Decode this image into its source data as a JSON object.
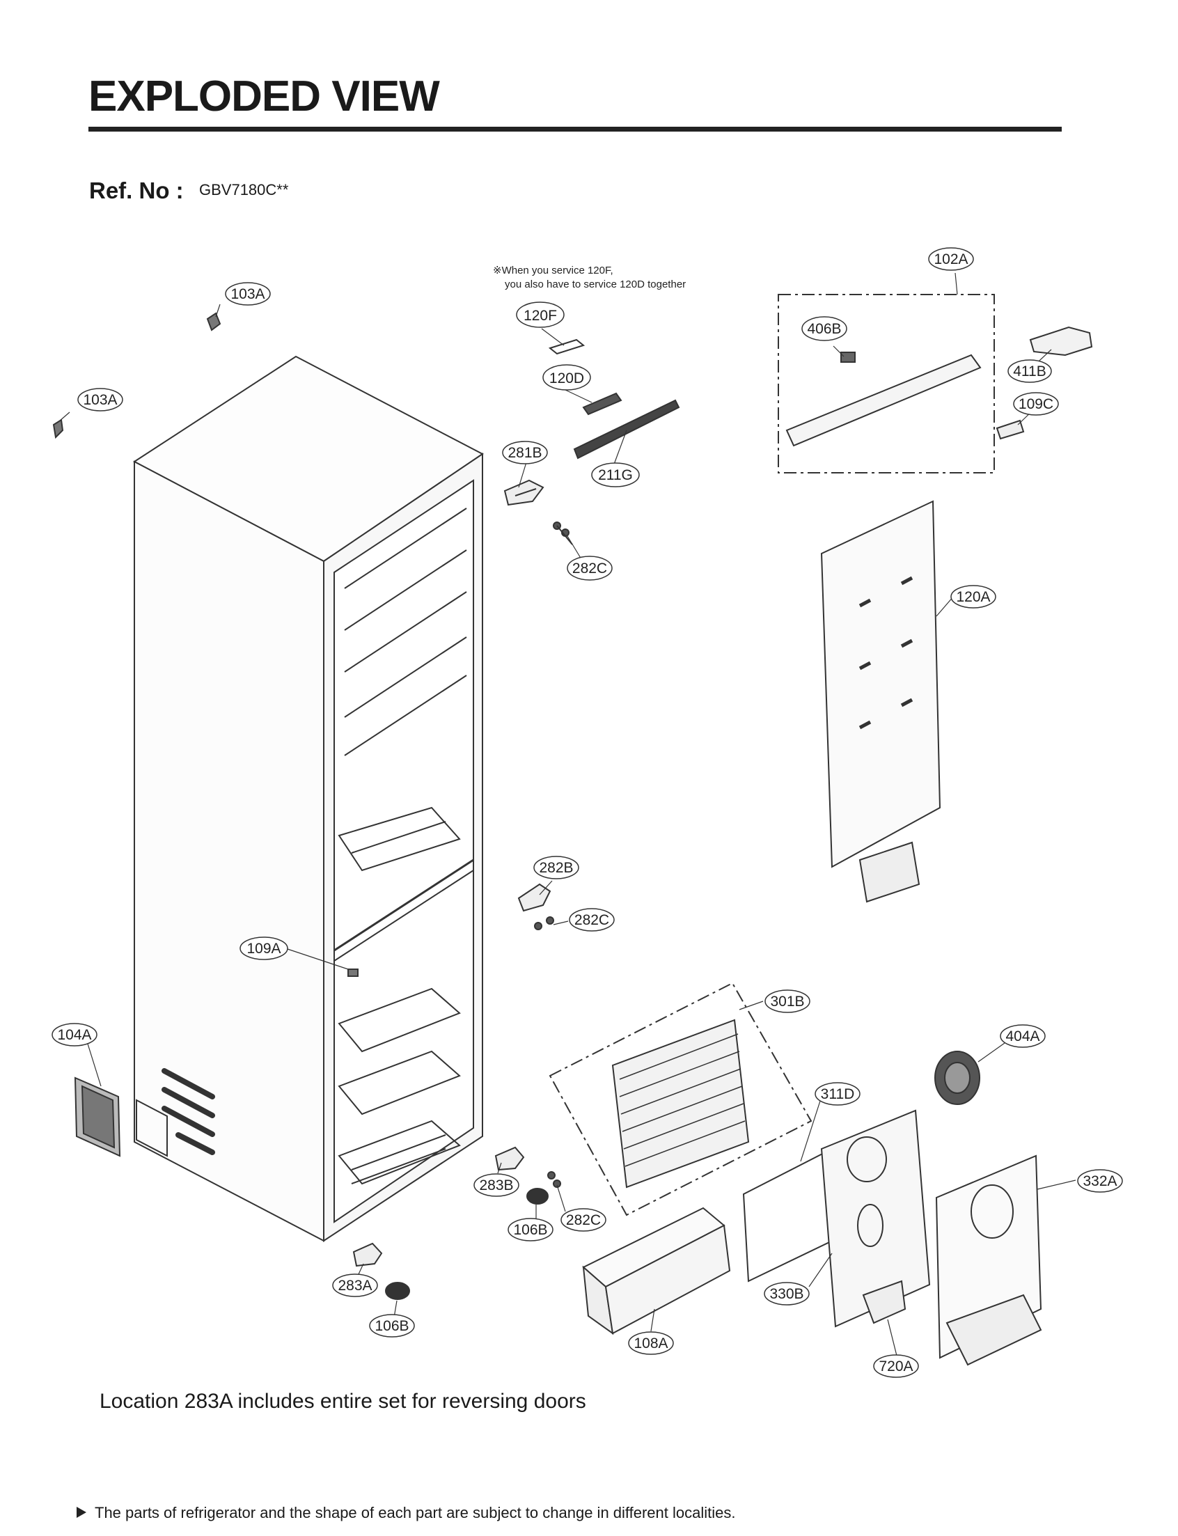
{
  "header": {
    "title": "EXPLODED VIEW",
    "ref_label": "Ref. No :",
    "ref_value": "GBV7180C**"
  },
  "note": {
    "line1": "※When you service 120F,",
    "line2": "you also have to service 120D together"
  },
  "callouts": {
    "c103a_top": "103A",
    "c103a_left": "103A",
    "c120f": "120F",
    "c120d": "120D",
    "c211g": "211G",
    "c281b": "281B",
    "c282c_top": "282C",
    "c102a": "102A",
    "c406b": "406B",
    "c411b": "411B",
    "c109c": "109C",
    "c120a": "120A",
    "c282b": "282B",
    "c282c_mid": "282C",
    "c109a": "109A",
    "c301b": "301B",
    "c404a": "404A",
    "c104a": "104A",
    "c311d": "311D",
    "c332a": "332A",
    "c283b": "283B",
    "c282c_low": "282C",
    "c106b_mid": "106B",
    "c283a": "283A",
    "c106b_low": "106B",
    "c108a": "108A",
    "c330b": "330B",
    "c720a": "720A"
  },
  "location_note": "Location 283A includes entire set for reversing doors",
  "footer": "The parts of refrigerator and the shape of each part are subject to change in different localities."
}
